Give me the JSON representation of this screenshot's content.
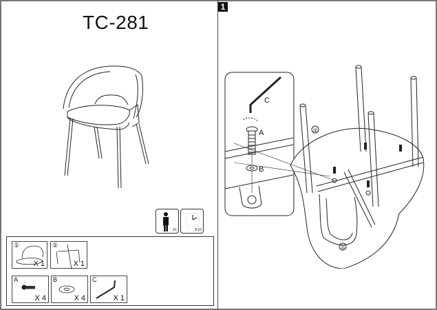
{
  "left_panel": {
    "title": "TC-281",
    "info": {
      "persons_icon": "person-icon",
      "persons_qty": "X1",
      "time_icon": "clock-icon",
      "time_label": "8:10"
    },
    "parts": [
      {
        "label": "①",
        "name": "chair-seat-back",
        "qty": "X 1"
      },
      {
        "label": "②",
        "name": "leg-frame",
        "qty": "X 1"
      },
      {
        "label": "A",
        "name": "bolt",
        "qty": "X 4"
      },
      {
        "label": "B",
        "name": "washer",
        "qty": "X 4"
      },
      {
        "label": "C",
        "name": "allen-key",
        "qty": "X 1"
      }
    ]
  },
  "right_panel": {
    "step_number": "1",
    "detail_labels": {
      "allen_key": "C",
      "bolt": "A",
      "washer": "B"
    },
    "callouts": {
      "frame": "②",
      "seat": "①"
    }
  }
}
